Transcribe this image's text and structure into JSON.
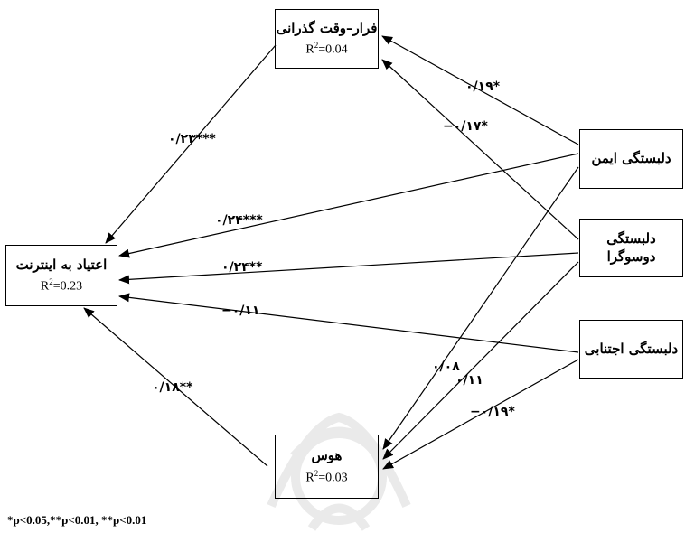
{
  "nodes": {
    "escape": {
      "title": "فرار–وقت گذرانی",
      "r2_prefix": "R",
      "r2_value": "=0.04"
    },
    "addiction": {
      "title": "اعتیاد به اینترنت",
      "r2_prefix": "R",
      "r2_value": "=0.23"
    },
    "lust": {
      "title": "هوس",
      "r2_prefix": "R",
      "r2_value": "=0.03"
    },
    "secure": {
      "title": "دلبستگی ایمن"
    },
    "ambivalent": {
      "title": "دلبستگی دوسوگرا"
    },
    "avoidant": {
      "title": "دلبستگی اجتنابی"
    }
  },
  "r2_superscript": "2",
  "paths": [
    {
      "from": "secure",
      "to": "escape",
      "label": "۰/۱۹*"
    },
    {
      "from": "ambivalent",
      "to": "escape",
      "label": "−۰/۱۷*"
    },
    {
      "from": "escape",
      "to": "addiction",
      "label": "۰/۲۳***"
    },
    {
      "from": "secure",
      "to": "addiction",
      "label": "۰/۲۴***"
    },
    {
      "from": "ambivalent",
      "to": "addiction",
      "label": "۰/۲۴**"
    },
    {
      "from": "avoidant",
      "to": "addiction",
      "label": "−۰/۱۱"
    },
    {
      "from": "lust",
      "to": "addiction",
      "label": "۰/۱۸**"
    },
    {
      "from": "secure",
      "to": "lust",
      "label": "۰/۰۸"
    },
    {
      "from": "ambivalent",
      "to": "lust",
      "label": "۰/۱۱"
    },
    {
      "from": "avoidant",
      "to": "lust",
      "label": "−۰/۱۹*"
    }
  ],
  "footnote": "*p<0.05,**p<0.01, **p<0.01"
}
